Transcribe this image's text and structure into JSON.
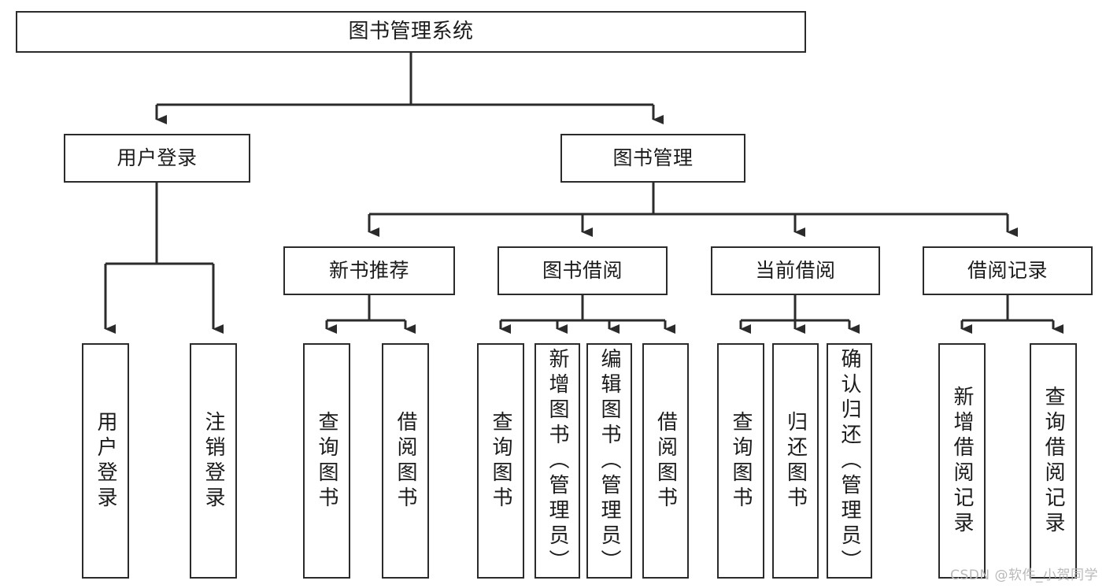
{
  "diagram": {
    "title": "图书管理系统",
    "type": "tree",
    "orientation": "top-down",
    "colors": {
      "background": "#ffffff",
      "node_fill": "#ffffff",
      "node_stroke": "#2b2b2b",
      "edge_stroke": "#2b2b2b",
      "text": "#1b1b1b",
      "watermark": "#b9b9b9"
    }
  },
  "root": {
    "label": "图书管理系统"
  },
  "level2": [
    {
      "id": "user-login",
      "label": "用户登录"
    },
    {
      "id": "book-management",
      "label": "图书管理"
    }
  ],
  "level3": [
    {
      "id": "new-book-recommend",
      "label": "新书推荐"
    },
    {
      "id": "book-borrow",
      "label": "图书借阅"
    },
    {
      "id": "current-borrow",
      "label": "当前借阅"
    },
    {
      "id": "borrow-record",
      "label": "借阅记录"
    }
  ],
  "leaves": {
    "user_login": [
      {
        "id": "leaf-user-login",
        "label": "用户登录"
      },
      {
        "id": "leaf-logout-login",
        "label": "注销登录"
      }
    ],
    "new_book_recommend": [
      {
        "id": "leaf-query-book-1",
        "label": "查询图书"
      },
      {
        "id": "leaf-borrow-book-1",
        "label": "借阅图书"
      }
    ],
    "book_borrow": [
      {
        "id": "leaf-query-book-2",
        "label": "查询图书"
      },
      {
        "id": "leaf-add-book",
        "label": "新增图书（管理员）"
      },
      {
        "id": "leaf-edit-book",
        "label": "编辑图书（管理员）"
      },
      {
        "id": "leaf-borrow-book-2",
        "label": "借阅图书"
      }
    ],
    "current_borrow": [
      {
        "id": "leaf-query-book-3",
        "label": "查询图书"
      },
      {
        "id": "leaf-return-book",
        "label": "归还图书"
      },
      {
        "id": "leaf-confirm-return",
        "label": "确认归还（管理员）"
      }
    ],
    "borrow_record": [
      {
        "id": "leaf-add-record",
        "label": "新增借阅记录"
      },
      {
        "id": "leaf-query-record",
        "label": "查询借阅记录"
      }
    ]
  },
  "watermark": {
    "text": "CSDN @软件_小贺同学"
  }
}
